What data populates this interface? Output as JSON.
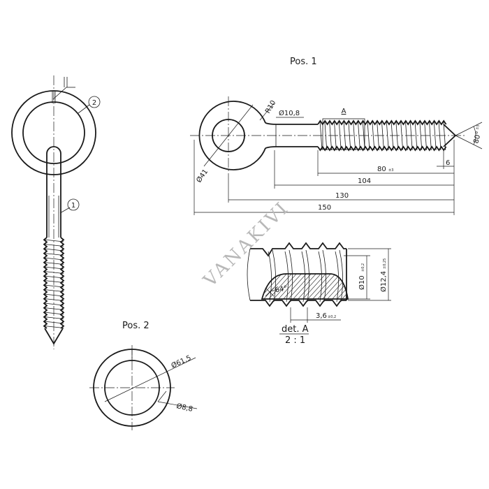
{
  "views": {
    "pos1_label": "Pos. 1",
    "pos2_label": "Pos. 2",
    "detail_label": "det. A",
    "detail_scale": "2 : 1",
    "section_mark": "A"
  },
  "balloons": {
    "part1": "1",
    "part2": "2"
  },
  "dimensions": {
    "eye_radius": "R10",
    "eye_bore": "Ø10,8",
    "eye_outer": "Ø41",
    "thread_length": "80",
    "thread_length_tol": "±3",
    "tip": "6",
    "len_104": "104",
    "len_130": "130",
    "overall": "150",
    "tip_angle": "80°",
    "tip_angle_tol": "±5",
    "thread_angle": "~64°",
    "minor_dia": "Ø10",
    "minor_dia_tol": "±0,2",
    "major_dia": "Ø12,4",
    "major_dia_tol": "±0,25",
    "pitch": "3,6",
    "pitch_tol": "±0,2",
    "ring_outer": "Ø61,5",
    "ring_wire": "Ø8,8"
  },
  "watermark": "VANAKIVI"
}
